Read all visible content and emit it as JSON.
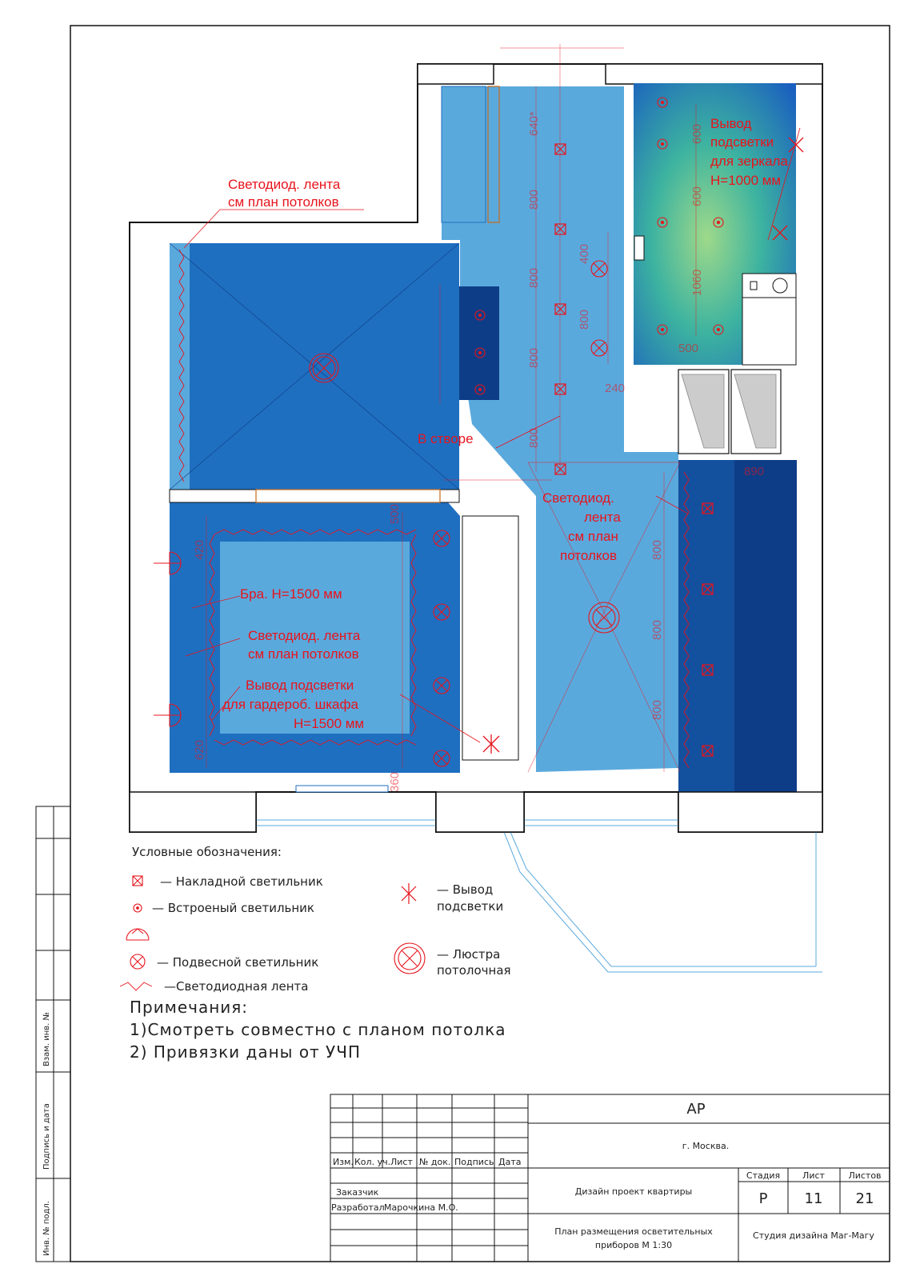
{
  "annotations": {
    "led_top": [
      "Светодиод. лента",
      "см план потолков"
    ],
    "mirror": [
      "Вывод",
      "подсветки",
      "для зеркала",
      "H=1000 мм"
    ],
    "in_stvore": "В створе",
    "led_hall": [
      "Светодиод.",
      "лента",
      "см план",
      "потолков"
    ],
    "bra": "Бра. H=1500 мм",
    "led_bed": [
      "Светодиод. лента",
      "см план потолков"
    ],
    "wardrobe": [
      "Вывод подсветки",
      "для гардероб. шкафа",
      "H=1500 мм"
    ]
  },
  "dimensions": [
    "640*",
    "800",
    "800",
    "800",
    "800",
    "400",
    "800",
    "600",
    "600",
    "1060",
    "500",
    "240",
    "800",
    "800",
    "800",
    "890",
    "360",
    "500",
    "420",
    "620"
  ],
  "legend": {
    "title": "Условные обозначения:",
    "items": [
      {
        "icon": "surface-light-icon",
        "label": "— Накладной светильник"
      },
      {
        "icon": "recessed-light-icon",
        "label": "— Встроеный светильник"
      },
      {
        "icon": "wall-sconce-icon",
        "label": ""
      },
      {
        "icon": "pendant-light-icon",
        "label": "— Подвесной светильник"
      },
      {
        "icon": "led-strip-icon",
        "label": "—Светодиодная лента"
      },
      {
        "icon": "light-output-icon",
        "label": [
          "— Вывод",
          "подсветки"
        ]
      },
      {
        "icon": "ceiling-chandelier-icon",
        "label": [
          "— Люстра",
          "потолочная"
        ]
      }
    ]
  },
  "notes": {
    "title": "Примечания:",
    "lines": [
      "1)Смотреть совместно с планом потолка",
      "2) Привязки даны от УЧП"
    ]
  },
  "title_block": {
    "code": "АР",
    "city": "г. Москва.",
    "headers": [
      "Изм.",
      "Кол. уч.",
      "Лист",
      "№ док.",
      "Подпись",
      "Дата"
    ],
    "customer_label": "Заказчик",
    "developer_label": "Разработал",
    "developer_name": "Марочкина М.О.",
    "project": "Дизайн проект квартиры",
    "sheet_title": [
      "План размещения осветительных",
      "приборов М 1:30"
    ],
    "stage_label": "Стадия",
    "sheet_label": "Лист",
    "sheets_label": "Листов",
    "stage": "Р",
    "sheet": "11",
    "sheets": "21",
    "studio": "Студия дизайна Маг-Магу"
  },
  "side_stamp": [
    "Взам. инв. №",
    "Подпись и дата",
    "Инв. № подл."
  ],
  "colors": {
    "light_blue": "#5aa9dd",
    "mid_blue": "#1f6fc0",
    "dark_blue": "#0e3d87",
    "accent_red": "#e8141c"
  }
}
